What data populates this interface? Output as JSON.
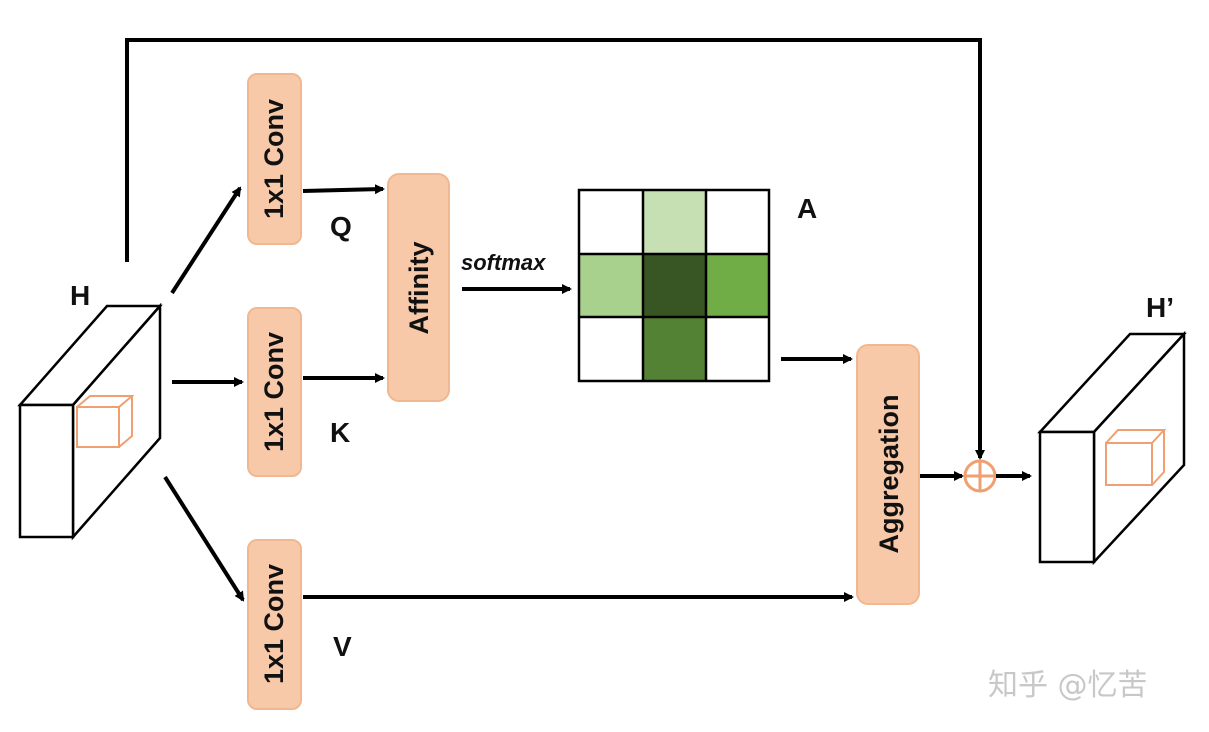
{
  "labels": {
    "input": "H",
    "output": "H’",
    "q": "Q",
    "k": "K",
    "v": "V",
    "attention": "A",
    "softmax": "softmax"
  },
  "boxes": {
    "conv_q": "1x1 Conv",
    "conv_k": "1x1 Conv",
    "conv_v": "1x1 Conv",
    "affinity": "Affinity",
    "aggregation": "Aggregation"
  },
  "colors": {
    "box_fill": "#f8c9a8",
    "box_stroke": "#f0b892",
    "plus_color": "#f0a070",
    "inner_cube": "#f0a070",
    "line": "#000000",
    "grid_top_middle": "#c6e0b4",
    "grid_middle_left": "#a9d18e",
    "grid_center": "#375623",
    "grid_middle_right": "#70ad47",
    "grid_bottom_middle": "#548235",
    "grid_empty": "#ffffff"
  },
  "watermark": "知乎 @忆苦"
}
